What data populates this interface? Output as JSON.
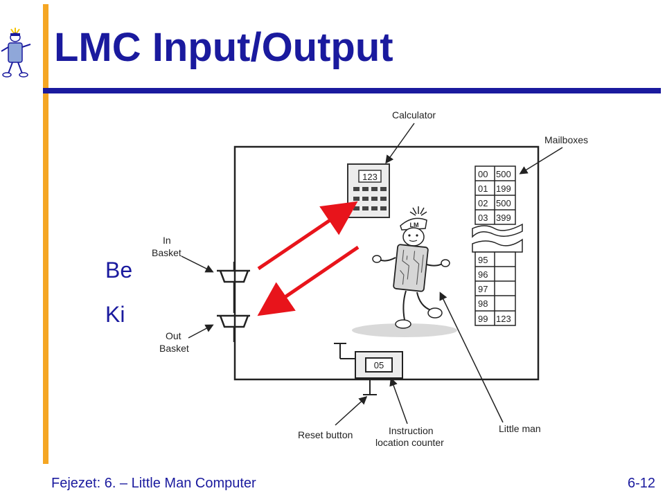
{
  "slide": {
    "title": "LMC Input/Output",
    "footer_left": "Fejezet: 6. – Little Man Computer",
    "footer_right": "6-12",
    "side_in": "Be",
    "side_out": "Ki"
  },
  "diagram": {
    "calculator_label": "Calculator",
    "calculator_display": "123",
    "mailboxes_label": "Mailboxes",
    "mailboxes_top": [
      {
        "addr": "00",
        "val": "500"
      },
      {
        "addr": "01",
        "val": "199"
      },
      {
        "addr": "02",
        "val": "500"
      },
      {
        "addr": "03",
        "val": "399"
      }
    ],
    "mailboxes_bottom": [
      {
        "addr": "95",
        "val": ""
      },
      {
        "addr": "96",
        "val": ""
      },
      {
        "addr": "97",
        "val": ""
      },
      {
        "addr": "98",
        "val": ""
      },
      {
        "addr": "99",
        "val": "123"
      }
    ],
    "in_basket_label": [
      "In",
      "Basket"
    ],
    "out_basket_label": [
      "Out",
      "Basket"
    ],
    "counter_display": "05",
    "reset_label": "Reset button",
    "instruction_label": [
      "Instruction",
      "location counter"
    ],
    "little_man_label": "Little man",
    "hat_text": "LM",
    "arrow_color": "#e8141b"
  }
}
